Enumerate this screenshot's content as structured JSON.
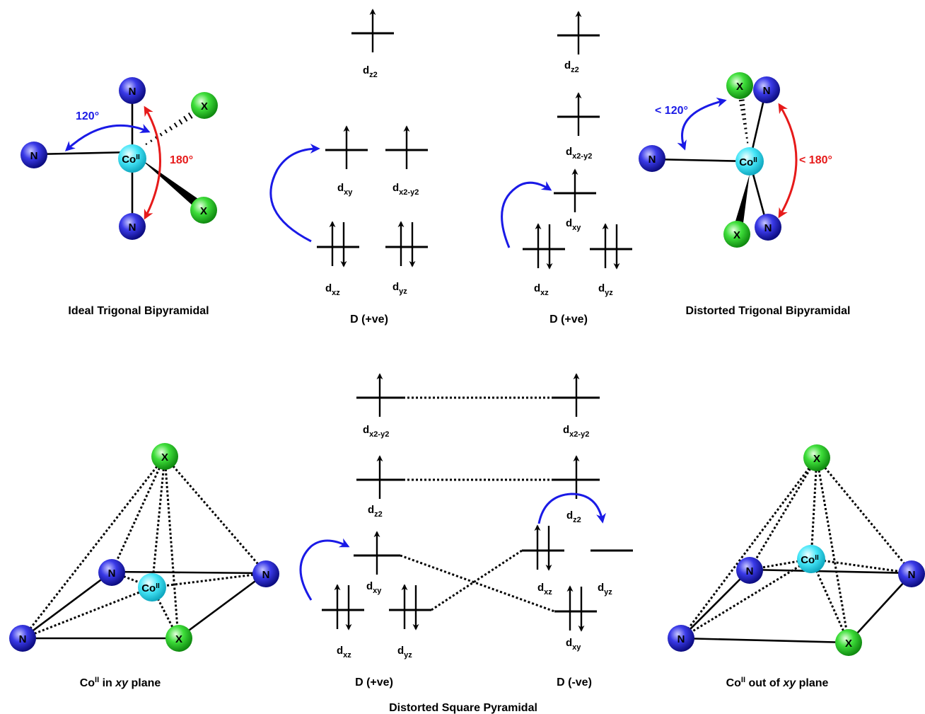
{
  "atoms": {
    "n": "N",
    "x": "X",
    "co": "Co",
    "co_sup": "II"
  },
  "angles": {
    "ideal_120": "120°",
    "ideal_180": "180°",
    "dist_120": "< 120°",
    "dist_180": "< 180°"
  },
  "captions": {
    "ideal_tbp": "Ideal Trigonal Bipyramidal",
    "distorted_tbp": "Distorted Trigonal Bipyramidal",
    "d_pos_1": "D (+ve)",
    "d_pos_2": "D (+ve)",
    "d_pos_3": "D (+ve)",
    "d_neg": "D (-ve)",
    "co_in_plane_pre": "Co",
    "co_in_plane_sup": "II",
    "co_in_plane_mid": " in ",
    "co_in_plane_it": "xy",
    "co_in_plane_post": " plane",
    "co_out_plane_pre": "Co",
    "co_out_plane_sup": "II",
    "co_out_plane_mid": " out of ",
    "co_out_plane_it": "xy",
    "co_out_plane_post": " plane",
    "distorted_sp": "Distorted Square Pyramidal"
  },
  "orbitals": {
    "d": "d",
    "z2": "z2",
    "xy": "xy",
    "x2y2": "x2-y2",
    "xz": "xz",
    "yz": "yz"
  },
  "colors": {
    "n_atom": "#2b2bd8",
    "x_atom": "#2ed12e",
    "co_atom": "#33dff5",
    "blue_arrow": "#1a1ae6",
    "red_arrow": "#e61a1a"
  }
}
